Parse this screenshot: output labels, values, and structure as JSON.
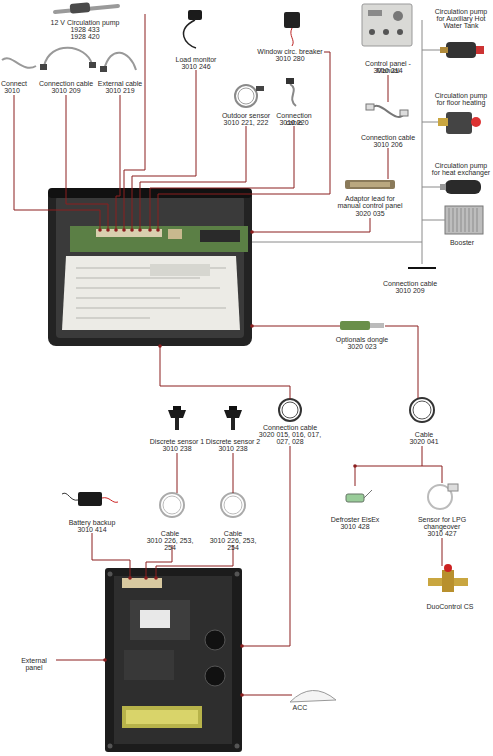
{
  "diagram": {
    "labels": [
      "12 V Circulation pump",
      "1928 433",
      "1928 420",
      "Load monitor",
      "3010 246",
      "Window circ. breaker",
      "3010 280",
      "Control panel - Manual",
      "3010 214",
      "Circulation pump for Auxiliary Hot Water Tank",
      "Connect",
      "3010",
      "Connection cable",
      "3010 209",
      "External cable",
      "3010 219",
      "Circulation pump for floor heating",
      "Outdoor sensor",
      "3010 221, 222",
      "Connection cable",
      "3010 220",
      "Connection cable",
      "3010 206",
      "Circulation pump for heat exchanger",
      "Adaptor lead for manual control panel",
      "3020 035",
      "Booster",
      "Connection cable",
      "3010 209",
      "Optionals dongle",
      "3020 023",
      "Cable",
      "3020 041",
      "Discrete sensor 1",
      "3010 238",
      "Discrete sensor 2",
      "3010 238",
      "Connection cable",
      "3020 015, 016, 017, 027, 028",
      "Battery backup",
      "3010 414",
      "Cable",
      "3010 226, 253, 254",
      "Cable",
      "3010 226, 253, 254",
      "Defroster EisEx",
      "3010 428",
      "Sensor for LPG changeover",
      "3010 427",
      "DuoControl CS",
      "External panel",
      "ACC"
    ]
  }
}
